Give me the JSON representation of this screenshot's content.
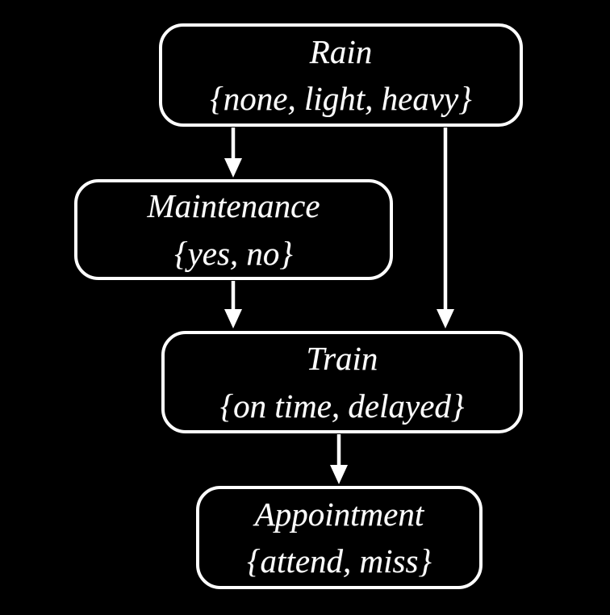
{
  "diagram": {
    "type": "bayesian-network",
    "colors": {
      "background": "#000000",
      "node_border": "#ffffff",
      "text": "#ffffff",
      "arrow": "#ffffff"
    },
    "nodes": [
      {
        "id": "rain",
        "label": "Rain",
        "values": "{none, light, heavy}"
      },
      {
        "id": "maintenance",
        "label": "Maintenance",
        "values": "{yes, no}"
      },
      {
        "id": "train",
        "label": "Train",
        "values": "{on time, delayed}"
      },
      {
        "id": "appointment",
        "label": "Appointment",
        "values": "{attend, miss}"
      }
    ],
    "edges": [
      {
        "from": "rain",
        "to": "maintenance"
      },
      {
        "from": "rain",
        "to": "train"
      },
      {
        "from": "maintenance",
        "to": "train"
      },
      {
        "from": "train",
        "to": "appointment"
      }
    ]
  }
}
